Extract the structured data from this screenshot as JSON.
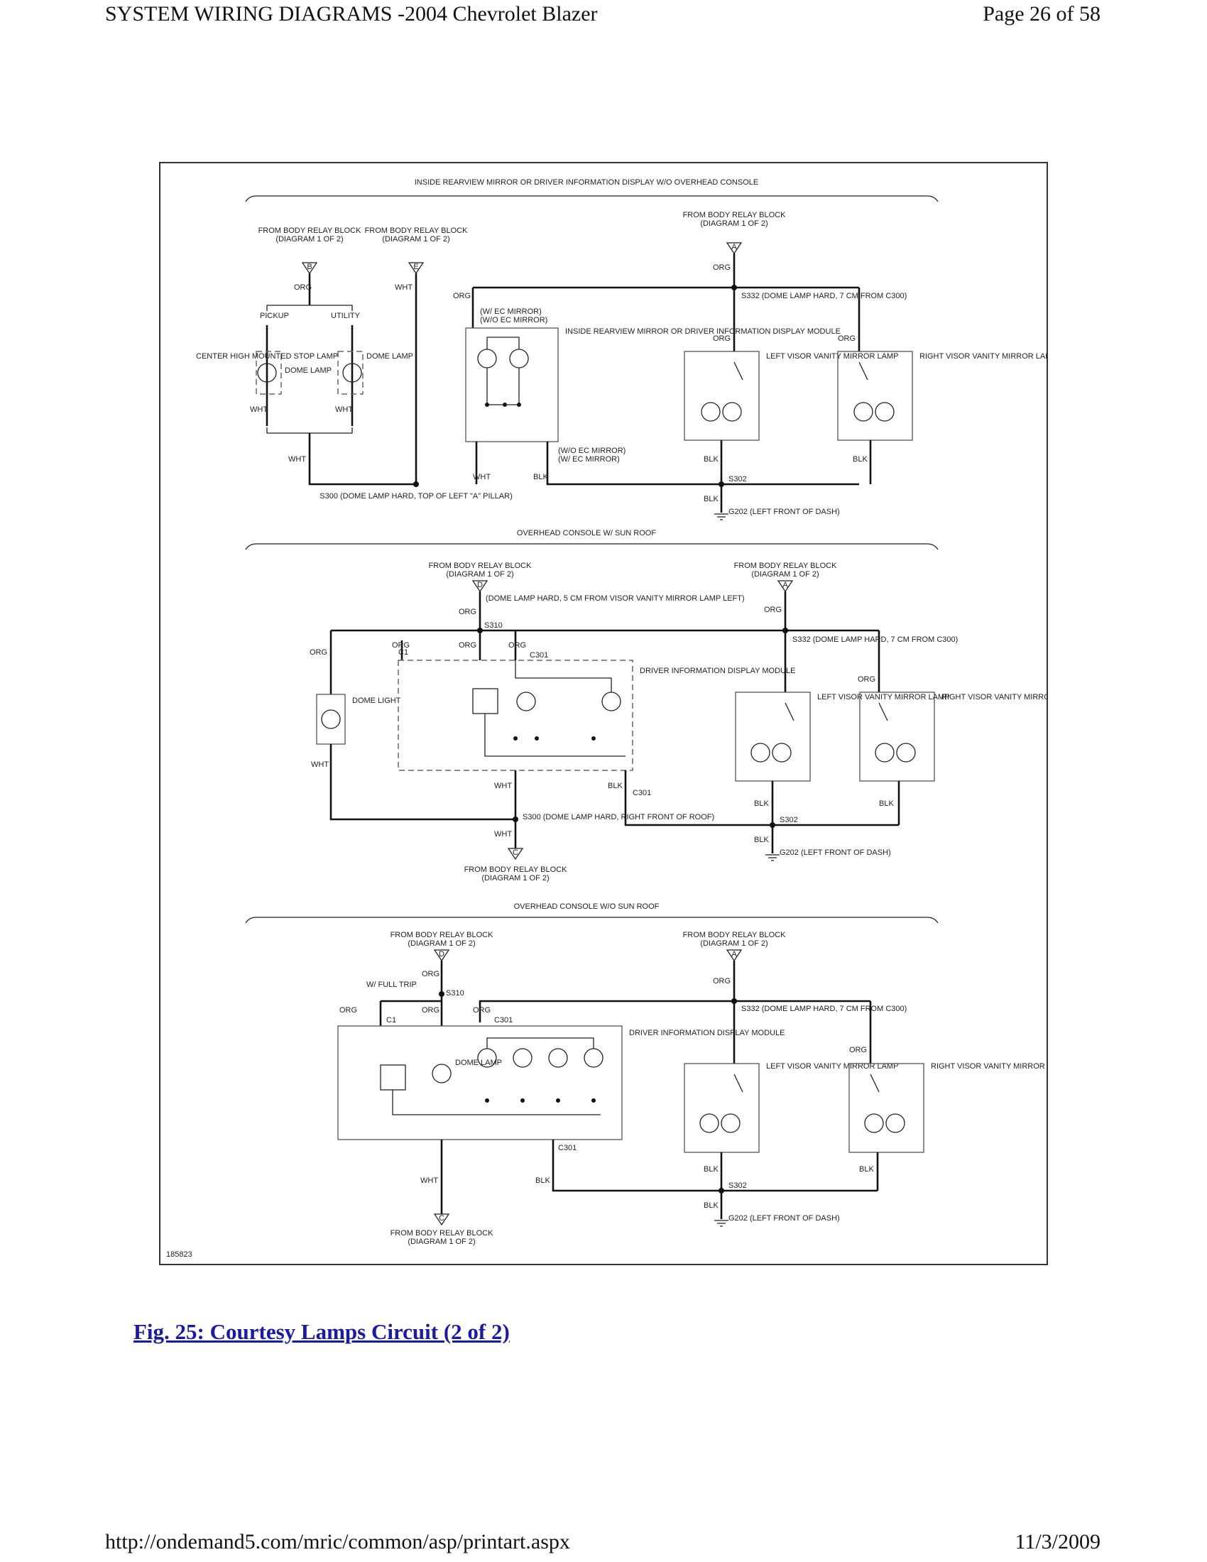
{
  "header": {
    "left": "SYSTEM WIRING DIAGRAMS -2004 Chevrolet Blazer",
    "right": "Page 26 of 58"
  },
  "footer": {
    "left": "http://ondemand5.com/mric/common/asp/printart.aspx",
    "right": "11/3/2009"
  },
  "caption": "Fig. 25: Courtesy Lamps Circuit (2 of 2)",
  "diagram": {
    "id": "185823",
    "sections": [
      "INSIDE REARVIEW MIRROR OR DRIVER INFORMATION DISPLAY W/O OVERHEAD CONSOLE",
      "OVERHEAD CONSOLE W/ SUN ROOF",
      "OVERHEAD CONSOLE W/O SUN ROOF"
    ],
    "labels": {
      "from_body_relay_block": "FROM BODY RELAY BLOCK",
      "diagram_1_of_2": "(DIAGRAM 1 OF 2)",
      "org": "ORG",
      "wht": "WHT",
      "blk": "BLK",
      "pickup": "PICKUP",
      "utility": "UTILITY",
      "chmsl": "CENTER HIGH MOUNTED STOP LAMP",
      "dome_lamp": "DOME LAMP",
      "dome_light": "DOME LIGHT",
      "w_ec_mirror": "(W/ EC MIRROR)",
      "wo_ec_mirror": "(W/O EC MIRROR)",
      "inside_mirror": "INSIDE REARVIEW MIRROR OR DRIVER INFORMATION DISPLAY MODULE",
      "dim": "DRIVER INFORMATION DISPLAY MODULE",
      "left_visor": "LEFT VISOR VANITY MIRROR LAMP",
      "right_visor": "RIGHT VISOR VANITY MIRROR LAMP",
      "s332": "S332 (DOME LAMP HARD, 7 CM FROM C300)",
      "s300_a": "S300 (DOME LAMP HARD, TOP OF LEFT \"A\" PILLAR)",
      "s300_b": "S300 (DOME LAMP HARD, RIGHT FRONT OF ROOF)",
      "s310": "S310",
      "s310_note": "(DOME LAMP HARD, 5 CM FROM VISOR VANITY MIRROR LAMP LEFT)",
      "s302": "S302",
      "g202": "G202 (LEFT FRONT OF DASH)",
      "c301": "C301",
      "c1": "C1",
      "w_full_trip": "W/ FULL TRIP"
    }
  }
}
